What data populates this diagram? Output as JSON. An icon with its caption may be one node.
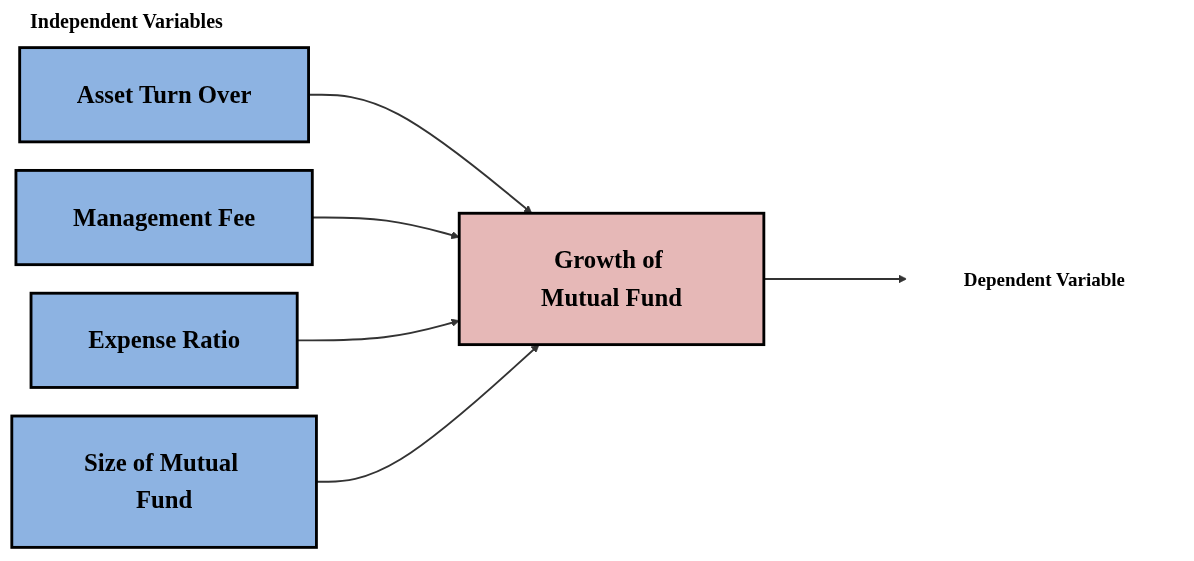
{
  "diagram": {
    "nodes": [
      {
        "text": [
          "Asset Turn Over"
        ]
      },
      {
        "text": [
          "Management Fee"
        ]
      },
      {
        "text": [
          "Expense Ratio"
        ]
      },
      {
        "text": [
          "Size of Mutual Fund"
        ]
      },
      {
        "text": [
          "Growth of Mutual Fund"
        ]
      },
      {
        "text": [
          "Dependent Variable"
        ]
      }
    ],
    "edges": [
      {
        "from": 0,
        "to": 4,
        "arrow": "to"
      },
      {
        "from": 1,
        "to": 4,
        "arrow": "to"
      },
      {
        "from": 2,
        "to": 4,
        "arrow": "to"
      },
      {
        "from": 3,
        "to": 4,
        "arrow": "to"
      },
      {
        "from": 4,
        "to": 5,
        "arrow": "to"
      }
    ],
    "labels": [
      "Independent Variables"
    ]
  }
}
